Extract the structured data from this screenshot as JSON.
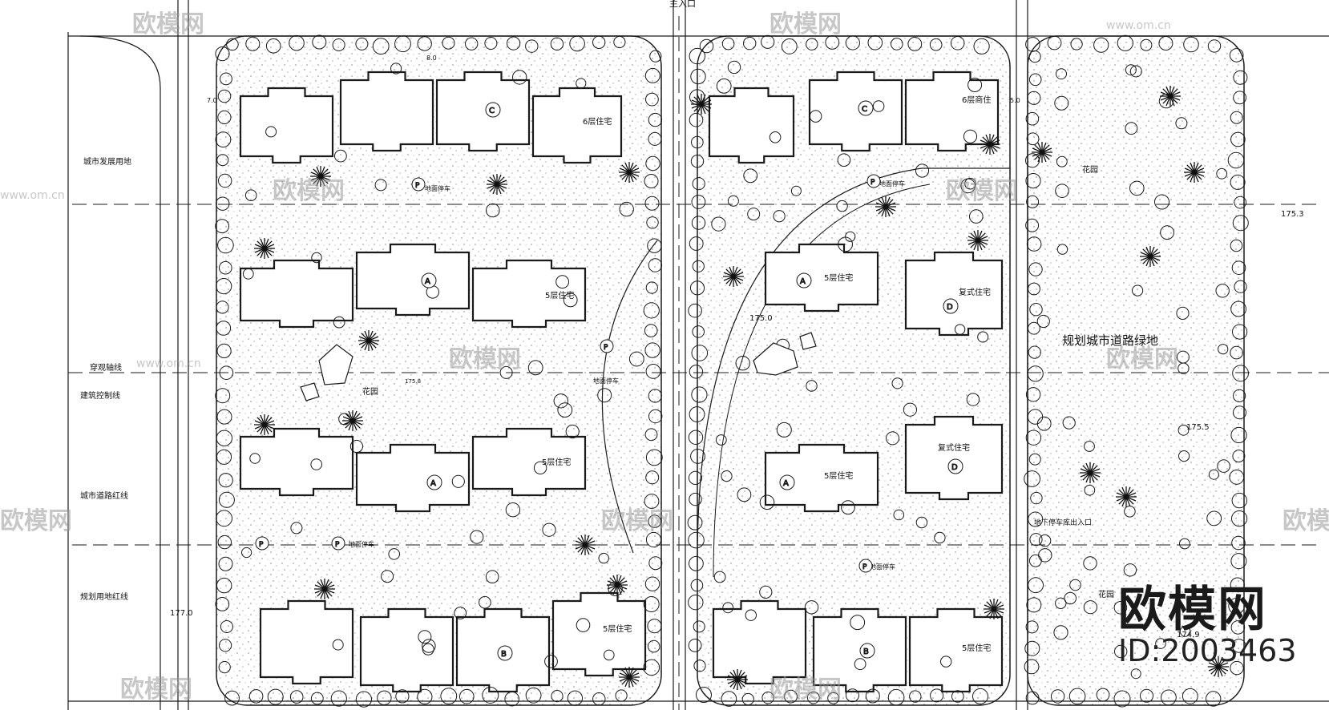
{
  "labels": {
    "main_entrance": "主入口",
    "city_dev_land": "城市发展用地",
    "city_road_green": "规划城市道路绿地",
    "view_axis": "穿观轴线",
    "building_control": "建筑控制线",
    "road_redline": "城市道路红线",
    "land_boundary": "规划用地红线",
    "garden": "花园",
    "parking": "地面停车",
    "sub_parking": "地下停车库出入口"
  },
  "buildings": {
    "six_storey": "6层住宅",
    "six_storey_shops": "6层商住",
    "five_storey": "5层住宅",
    "duplex": "复式住宅",
    "type_a": "A",
    "type_b": "B",
    "type_c": "C",
    "type_d": "D",
    "parking_symbol": "P"
  },
  "elevations": {
    "e1": "175.8",
    "e2": "175.3",
    "e3": "175.0",
    "e4": "177.0",
    "e5": "174.9",
    "e6": "175.5"
  },
  "dimensions": {
    "d1": "8.0",
    "d2": "7.0",
    "d3": "5.0"
  },
  "watermark": {
    "brand": "欧模网",
    "site": "www.om.cn",
    "id": "ID:2003463"
  },
  "colors": {
    "line": "#1a1a1a",
    "watermark": "#9a9a9a"
  }
}
